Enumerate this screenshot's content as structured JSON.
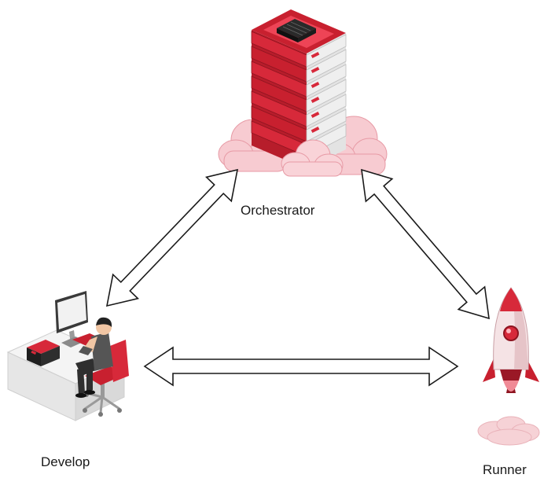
{
  "nodes": {
    "orchestrator": {
      "label": "Orchestrator",
      "icon": "server-cloud-icon"
    },
    "develop": {
      "label": "Develop",
      "icon": "developer-workstation-icon"
    },
    "runner": {
      "label": "Runner",
      "icon": "rocket-icon"
    }
  },
  "edges": [
    {
      "from": "develop",
      "to": "orchestrator",
      "style": "double-headed-hollow-arrow"
    },
    {
      "from": "orchestrator",
      "to": "runner",
      "style": "double-headed-hollow-arrow"
    },
    {
      "from": "develop",
      "to": "runner",
      "style": "double-headed-hollow-arrow"
    }
  ],
  "colors": {
    "accent": "#d7293a",
    "accent_dark": "#8e1420",
    "accent_light": "#f7c9cf",
    "cloud": "#f6c4cb",
    "outline": "#1a1a1a"
  }
}
